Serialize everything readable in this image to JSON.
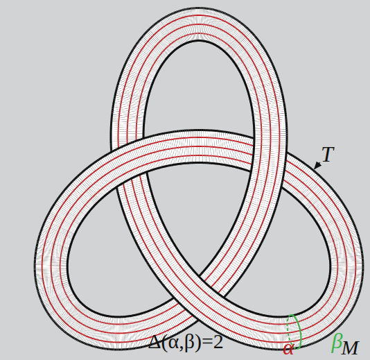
{
  "diagram": {
    "labels": [
      "T",
      "α",
      "β",
      "M",
      "Δ(α,β)=2"
    ]
  }
}
